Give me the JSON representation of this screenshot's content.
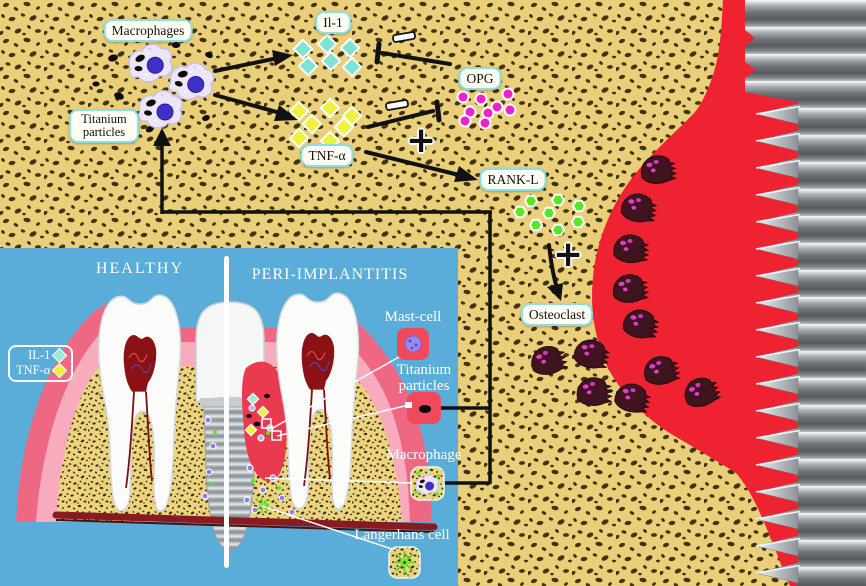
{
  "pathway": {
    "macrophages_label": "Macrophages",
    "titanium_label": "Titanium particles",
    "il1_label": "Il-1",
    "tnf_label": "TNF-α",
    "opg_label": "OPG",
    "rankl_label": "RANK-L",
    "osteoclast_label": "Osteoclast",
    "relations": {
      "opg_il1": {
        "from": "OPG",
        "to": "Il-1",
        "sign": "−",
        "effect": "inhibits"
      },
      "tnf_opg": {
        "from": "TNF-α",
        "to": "OPG",
        "sign": "−",
        "effect": "inhibits"
      },
      "tnf_rankl": {
        "from": "TNF-α",
        "to": "RANK-L",
        "sign": "+",
        "effect": "promotes"
      },
      "rankl_osteoclast": {
        "from": "RANK-L",
        "to": "Osteoclast",
        "sign": "+",
        "effect": "promotes"
      },
      "titanium_macrophages": {
        "from": "Titanium particles",
        "to": "Macrophages",
        "effect": "activates"
      }
    }
  },
  "inset": {
    "healthy_title": "HEALTHY",
    "peri_title": "PERI-IMPLANTITIS",
    "legend": {
      "il1": "IL-1",
      "tnf": "TNF-α"
    },
    "callouts": {
      "mast": "Mast-cell",
      "titanium": "Titanium particles",
      "macrophage": "Macrophage",
      "langerhans": "Langerhans cell"
    }
  },
  "colors": {
    "bone": "#e9cf79",
    "bone_speckle": "#443310",
    "inflamed_red": "#ee2230",
    "implant_gray": "#8d9397",
    "inset_blue": "#5badd9",
    "il1_cyan": "#7fe3d2",
    "tnf_yellow": "#eef23e",
    "opg_magenta": "#ee22cc",
    "rankl_green": "#55e822",
    "osteoclast_maroon": "#3f141f",
    "macrophage_lavender": "#ece6f8",
    "macrophage_nucleus": "#4030c8",
    "gum_pink": "#ee6783",
    "callout_box_red": "#f2485c"
  }
}
